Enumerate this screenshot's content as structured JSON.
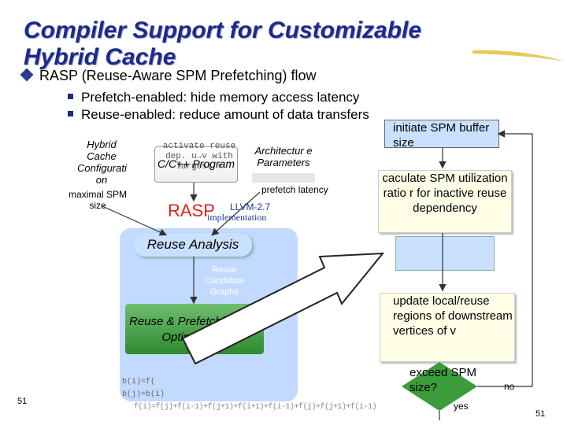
{
  "slide": {
    "title_line1": "Compiler Support for Customizable",
    "title_line2": "Hybrid Cache",
    "bullet": "RASP (Reuse-Aware SPM Prefetching) flow",
    "sub_bullets": [
      "Prefetch-enabled: hide memory access latency",
      "Reuse-enabled: reduce amount of data transfers"
    ],
    "page_number_left": "51",
    "page_number_right": "51"
  },
  "left_diagram": {
    "hybrid_cache_config": "Hybrid Cache Configurati on",
    "max_spm_size": "maximal SPM size",
    "cpp_behind_text": "activate reuse dep. u→v with largest r",
    "cpp_program": "C/C++ Program",
    "arch_params": "Architectur e Parameters",
    "prefetch_latency": "prefetch latency",
    "rasp": "RASP",
    "llvm": "LLVM-2.7",
    "implementation": "implementation",
    "reuse_analysis": "Reuse Analysis",
    "reuse_candidate_graphs": "Reuse Candidate Graphs",
    "reuse_prefetching": "Reuse & Prefetching Co-Optimization",
    "code_lines": [
      "b(i)=f(",
      "b(j)=b(i)",
      "f(i)=f(j)+f(i-1)+f(j+1)+f(i+1)+f(i-1)+f(j)+f(j+1)+f(i-1)"
    ]
  },
  "right_flow": {
    "initiate": "initiate SPM buffer size",
    "calculate": "caculate SPM utilization ratio r  for inactive reuse dependency",
    "update": "update local/reuse regions of downstream vertices of v",
    "exceed": "exceed SPM size?",
    "no": "no",
    "yes": "yes"
  },
  "colors": {
    "title": "#1b2a8c",
    "rasp": "#e02020",
    "panel": "#c2daff",
    "green": "#3a9c3a"
  }
}
